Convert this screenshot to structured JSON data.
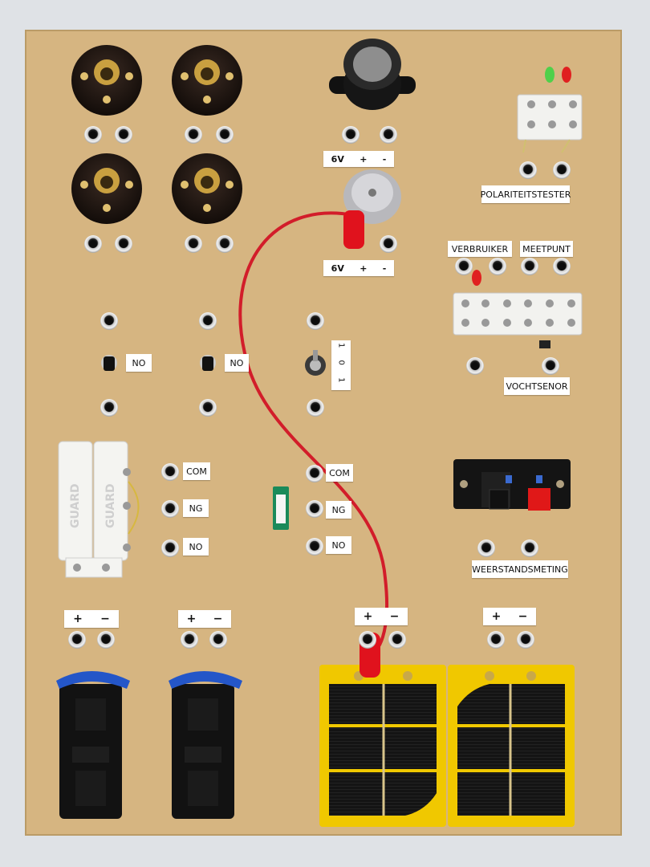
{
  "scene": {
    "board_color": "#d9b884",
    "background_color": "#dfe2e6",
    "wire_color": "#d21d2a",
    "solar_frame_color": "#f0c800",
    "socket_icon": "banana-socket-icon",
    "lamp_icon": "lamp-holder-icon",
    "battery_icon": "battery-holder-icon"
  },
  "labels": {
    "motor_top": {
      "volt": "6V",
      "plus": "+",
      "minus": "-"
    },
    "motor_bottom": {
      "volt": "6V",
      "plus": "+",
      "minus": "-"
    },
    "polariteitstester": "POLARITEITSTESTER",
    "verbruiker": "VERBRUIKER",
    "meetpunt": "MEETPUNT",
    "vochtsenor": "VOCHTSENOR",
    "weerstandsmeting": "WEERSTANDSMETING",
    "button_1_no": "NO",
    "button_2_no": "NO",
    "toggle_positions": "1 0 1",
    "relay_com": "COM",
    "relay_ng": "NG",
    "relay_no": "NO",
    "reed_com": "COM",
    "reed_ng": "NG",
    "reed_no": "NO",
    "battery_1": {
      "plus": "+",
      "minus": "−"
    },
    "battery_2": {
      "plus": "+",
      "minus": "−"
    },
    "solar_1": {
      "plus": "+",
      "minus": "−"
    },
    "solar_2": {
      "plus": "+",
      "minus": "−"
    }
  },
  "component_text": {
    "guard_1": "GUARD",
    "guard_2": "GUARD"
  }
}
